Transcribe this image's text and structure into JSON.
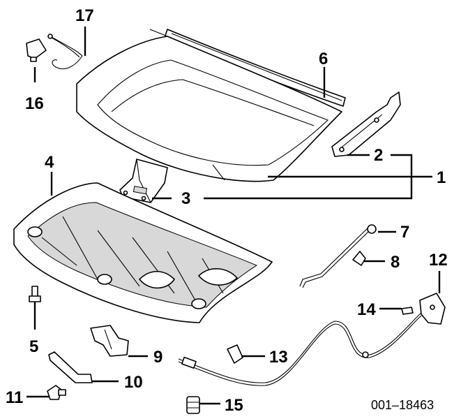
{
  "callouts": [
    "1",
    "2",
    "3",
    "4",
    "5",
    "6",
    "7",
    "8",
    "9",
    "10",
    "11",
    "12",
    "13",
    "14",
    "15",
    "16",
    "17"
  ],
  "figure_code": "001–18463"
}
